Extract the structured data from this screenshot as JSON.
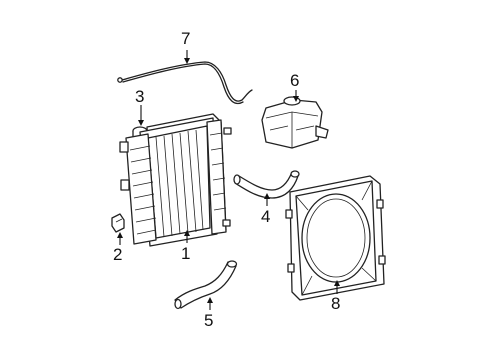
{
  "callouts": [
    {
      "id": "1",
      "text": "1",
      "part": "radiator"
    },
    {
      "id": "2",
      "text": "2",
      "part": "bracket"
    },
    {
      "id": "3",
      "text": "3",
      "part": "radiator-cap"
    },
    {
      "id": "4",
      "text": "4",
      "part": "upper-hose"
    },
    {
      "id": "5",
      "text": "5",
      "part": "lower-hose"
    },
    {
      "id": "6",
      "text": "6",
      "part": "reservoir"
    },
    {
      "id": "7",
      "text": "7",
      "part": "overflow-tube"
    },
    {
      "id": "8",
      "text": "8",
      "part": "fan-shroud"
    }
  ]
}
